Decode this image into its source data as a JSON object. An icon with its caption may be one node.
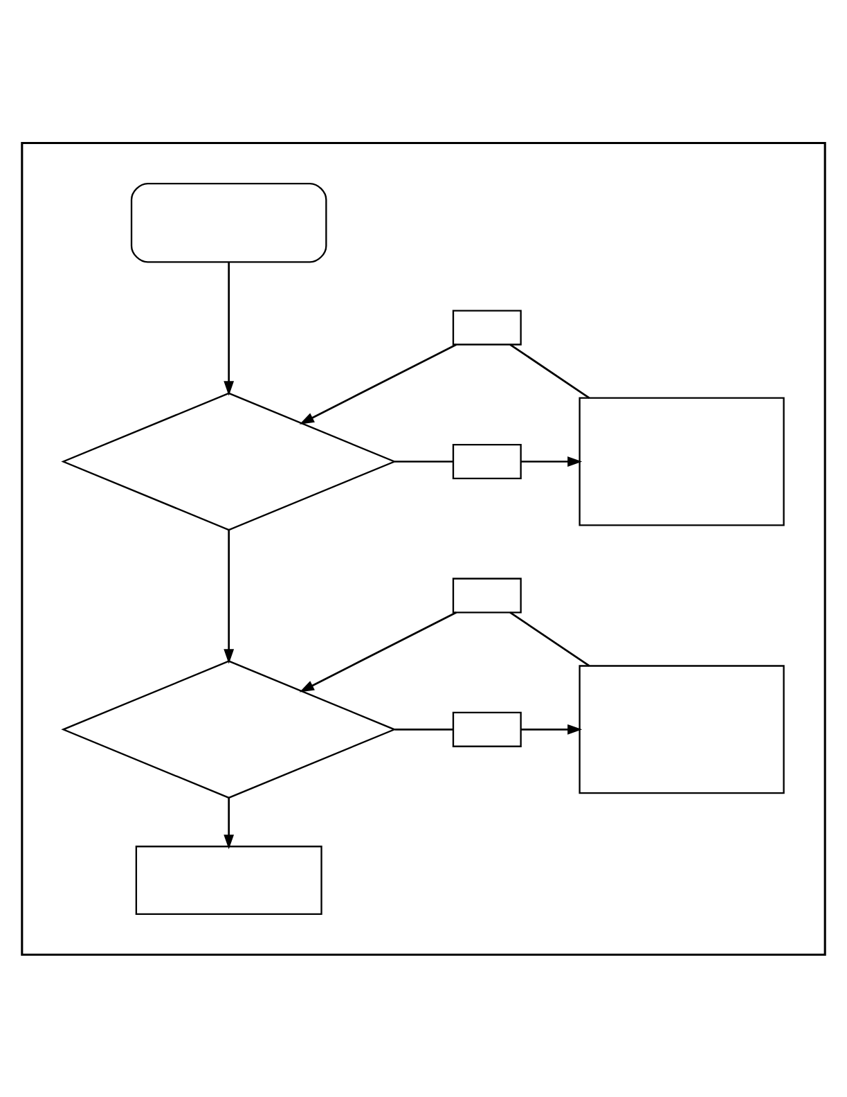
{
  "diagram": {
    "nodes": [
      {
        "text": [],
        "shape": "box"
      },
      {
        "text": [],
        "shape": "box",
        "in": 0
      },
      {
        "text": [],
        "shape": "box",
        "in": 0
      },
      {
        "text": [],
        "shape": "diamond",
        "in": 0
      },
      {
        "text": [],
        "shape": "box",
        "in": 0
      },
      {
        "text": [],
        "shape": "box",
        "in": 0
      },
      {
        "text": [],
        "shape": "box",
        "in": 0
      },
      {
        "text": [],
        "shape": "diamond",
        "in": 0
      },
      {
        "text": [],
        "shape": "box",
        "in": 0
      },
      {
        "text": [],
        "shape": "box",
        "in": 0
      },
      {
        "text": [],
        "shape": "box",
        "in": 0
      }
    ],
    "edges": [
      {
        "from": 1,
        "to": 3,
        "arrow": "to"
      },
      {
        "from": 5,
        "to": 2,
        "arrow": "none"
      },
      {
        "from": 2,
        "to": 3,
        "arrow": "to"
      },
      {
        "from": 3,
        "to": 4,
        "arrow": "none"
      },
      {
        "from": 4,
        "to": 5,
        "arrow": "to"
      },
      {
        "from": 3,
        "to": 7,
        "arrow": "to"
      },
      {
        "from": 9,
        "to": 6,
        "arrow": "none"
      },
      {
        "from": 6,
        "to": 7,
        "arrow": "to"
      },
      {
        "from": 7,
        "to": 8,
        "arrow": "none"
      },
      {
        "from": 8,
        "to": 9,
        "arrow": "to"
      },
      {
        "from": 7,
        "to": 10,
        "arrow": "to"
      }
    ]
  }
}
